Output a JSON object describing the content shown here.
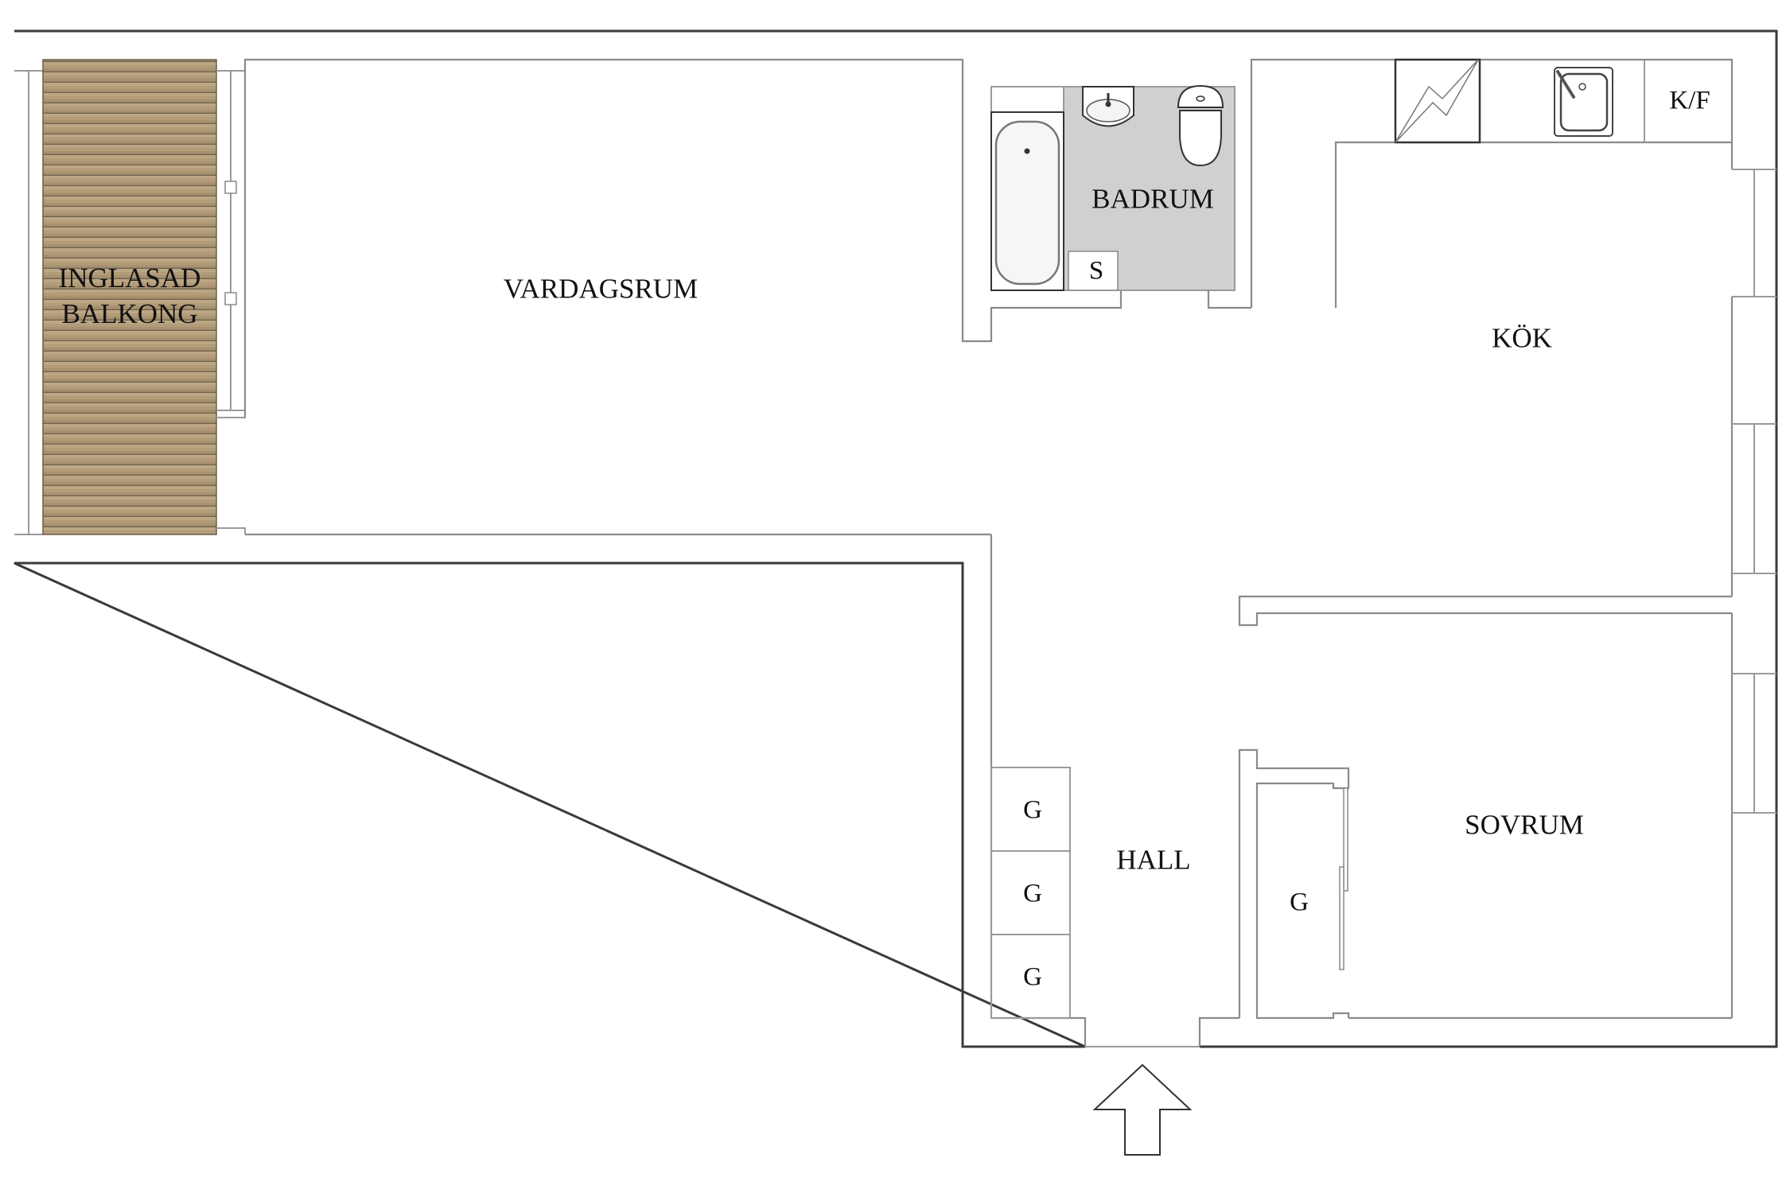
{
  "floorplan": {
    "rooms": {
      "balcony": {
        "label_line1": "INGLASAD",
        "label_line2": "BALKONG"
      },
      "living_room": {
        "label": "VARDAGSRUM"
      },
      "bathroom": {
        "label": "BADRUM"
      },
      "kitchen": {
        "label": "KÖK"
      },
      "bedroom": {
        "label": "SOVRUM"
      },
      "hall": {
        "label": "HALL"
      }
    },
    "fixtures": {
      "washer": {
        "label": "S"
      },
      "fridge_freezer": {
        "label": "K/F"
      },
      "hall_wardrobes": [
        {
          "label": "G"
        },
        {
          "label": "G"
        },
        {
          "label": "G"
        }
      ],
      "bedroom_wardrobe": {
        "label": "G"
      }
    },
    "entrance": {
      "icon": "arrow-up-icon"
    },
    "colors": {
      "bathroom_floor": "#d0d0d0",
      "balcony_deck": "#b39c7a",
      "wall_line": "#8a8a8a",
      "outer_wall_line": "#3a3a3a"
    }
  }
}
